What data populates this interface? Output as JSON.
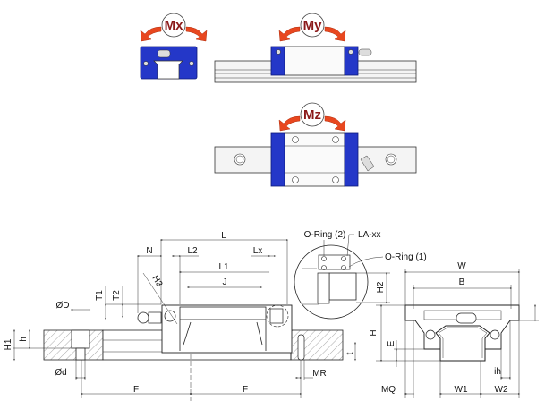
{
  "moments": {
    "mx": "Mx",
    "my": "My",
    "mz": "Mz"
  },
  "side_view": {
    "L": "L",
    "N": "N",
    "L2": "L2",
    "Lx": "Lx",
    "L1": "L1",
    "J": "J",
    "H3": "H3",
    "T1": "T1",
    "T2": "T2",
    "OD": "ØD",
    "H1": "H1",
    "h": "h",
    "Od": "Ød",
    "F_left": "F",
    "F_right": "F",
    "MR": "MR",
    "t": "t"
  },
  "detail": {
    "o_ring_2": "O-Ring (2)",
    "la_xx": "LA-xx",
    "o_ring_1": "O-Ring (1)",
    "H2": "H2"
  },
  "front_view": {
    "W": "W",
    "B": "B",
    "H": "H",
    "E": "E",
    "ih": "ih",
    "MQ": "MQ",
    "W1": "W1",
    "W2": "W2"
  },
  "colors": {
    "block": "#2437c8",
    "moment_arrow": "#e8471f",
    "moment_text": "#8b1a1a"
  }
}
